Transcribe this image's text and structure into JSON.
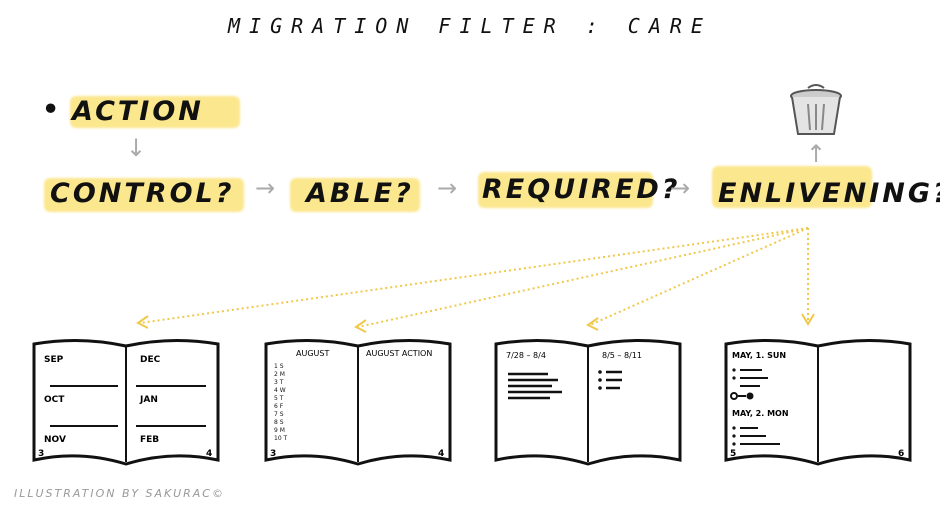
{
  "title": "MIGRATION FILTER : CARE",
  "action": {
    "bullet": "•",
    "label": "ACTION"
  },
  "filters": [
    {
      "label": "CONTROL?"
    },
    {
      "label": "ABLE?"
    },
    {
      "label": "REQUIRED?"
    },
    {
      "label": "ENLIVENING?"
    }
  ],
  "arrow_glyph": "→",
  "down_glyph": "↓",
  "up_glyph": "↑",
  "books": [
    {
      "left": [
        "SEP",
        "OCT",
        "NOV"
      ],
      "right": [
        "DEC",
        "JAN",
        "FEB"
      ],
      "page_left": "3",
      "page_right": "4"
    },
    {
      "left_title": "AUGUST",
      "right_title": "AUGUST ACTION",
      "page_left": "3",
      "page_right": "4"
    },
    {
      "left_title": "7/28 – 8/4",
      "right_title": "8/5 – 8/11"
    },
    {
      "left_title_1": "MAY, 1. SUN",
      "left_title_2": "MAY, 2. MON",
      "page_left": "5",
      "page_right": "6"
    }
  ],
  "credit": "ILLUSTRATION BY SAKURAC©",
  "colors": {
    "highlight": "#fbe37a",
    "dotted": "#f0c84a",
    "arrow": "#aaaaaa",
    "ink": "#111111"
  }
}
